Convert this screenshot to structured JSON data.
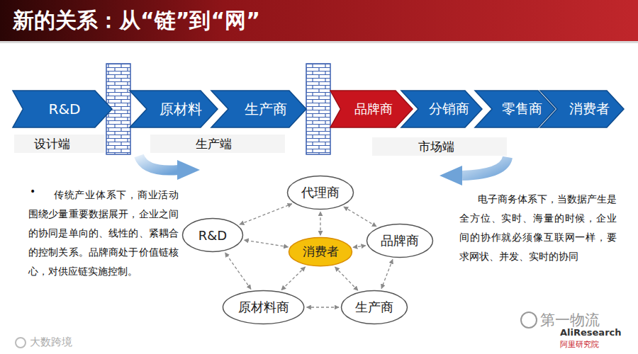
{
  "diagram": {
    "title": "新的关系：从“链”到“网”",
    "nodes": [
      {
        "text": [
          "R&D"
        ]
      },
      {
        "text": [
          "原材料"
        ]
      },
      {
        "text": [
          "生产商"
        ]
      },
      {
        "text": [
          "品牌商"
        ]
      },
      {
        "text": [
          "分销商"
        ]
      },
      {
        "text": [
          "零售商"
        ]
      },
      {
        "text": [
          "消费者"
        ]
      },
      {
        "text": [
          "代理商"
        ]
      },
      {
        "text": [
          "R&D"
        ]
      },
      {
        "text": [
          "品牌商"
        ]
      },
      {
        "text": [
          "原材料商"
        ]
      },
      {
        "text": [
          "生产商"
        ]
      },
      {
        "text": [
          "消费者"
        ]
      }
    ],
    "edges": [
      {
        "from": 7,
        "to": 9,
        "arrow": "both"
      },
      {
        "from": 9,
        "to": 11,
        "arrow": "both"
      },
      {
        "from": 11,
        "to": 10,
        "arrow": "both"
      },
      {
        "from": 10,
        "to": 8,
        "arrow": "both"
      },
      {
        "from": 8,
        "to": 7,
        "arrow": "both"
      },
      {
        "from": 12,
        "to": 7,
        "arrow": "both"
      },
      {
        "from": 12,
        "to": 8,
        "arrow": "both"
      },
      {
        "from": 12,
        "to": 9,
        "arrow": "both"
      },
      {
        "from": 12,
        "to": 10,
        "arrow": "both"
      },
      {
        "from": 12,
        "to": 11,
        "arrow": "both"
      }
    ],
    "labels": [
      "设计端",
      "生产端",
      "市场端",
      "•",
      "传统产业体系下，商业活动围绕少量重要数据展开，企业之间的协同是单向的、线性的、紧耦合的控制关系。品牌商处于价值链核心，对供应链实施控制。",
      "电子商务体系下，当数据产生是全方位、实时、海量的时候，企业间的协作就必须像互联网一样，要求网状、并发、实时的协同",
      "第一物流",
      "AliResearch",
      "阿里研究院",
      "大数跨境"
    ]
  }
}
